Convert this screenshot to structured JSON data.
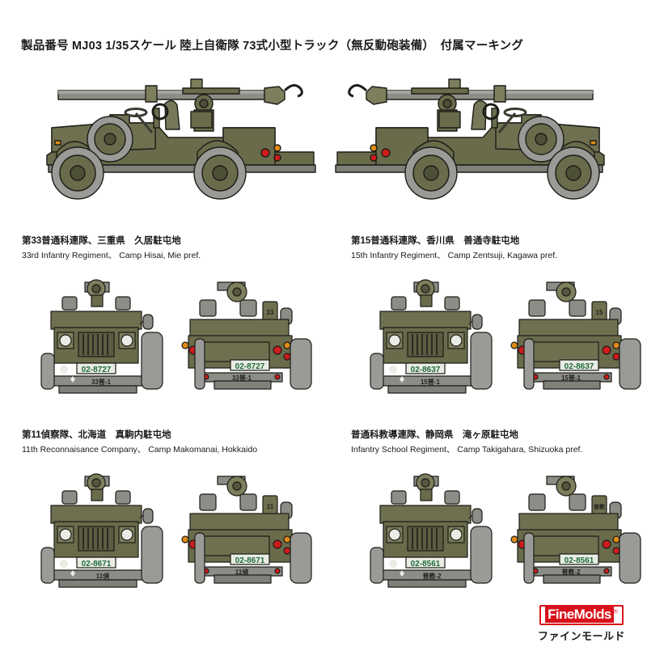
{
  "sheet": {
    "title": "製品番号 MJ03 1/35スケール 陸上自衛隊 73式小型トラック（無反動砲装備）　付属マーキング",
    "product_code": "MJ03",
    "scale": "1/35",
    "background_color": "#ffffff"
  },
  "colors": {
    "body_olive": "#6a6b4b",
    "body_olive_light": "#7d7e5c",
    "body_olive_dark": "#4e4f37",
    "outline": "#1c1c18",
    "tire_gray": "#9a9a97",
    "tire_dark": "#6e6e6b",
    "metal_gray": "#8c8d86",
    "plate_white": "#e9ece4",
    "plate_text_green": "#1f6b3a",
    "lamp_red": "#d01b1b",
    "lamp_amber": "#e08a15",
    "brand_red": "#d8121a"
  },
  "top_illustrations": [
    {
      "name": "type-73-truck-left-side-view",
      "view": "left-side",
      "caption": ""
    },
    {
      "name": "type-73-truck-right-side-view",
      "view": "right-side",
      "caption": ""
    }
  ],
  "markings": [
    {
      "id": "marking-1",
      "jp": "第33普通科連隊、三重県　久居駐屯地",
      "en": "33rd Infantry Regiment、 Camp Hisai, Mie pref.",
      "license_plate": "02-8727",
      "bumper_code": "33普-1",
      "unit_number": "33",
      "views": [
        "front",
        "rear"
      ]
    },
    {
      "id": "marking-2",
      "jp": "第15普通科連隊、香川県　善通寺駐屯地",
      "en": "15th Infantry Regiment、 Camp Zentsuji, Kagawa pref.",
      "license_plate": "02-8637",
      "bumper_code": "15普-1",
      "unit_number": "15",
      "views": [
        "front",
        "rear"
      ]
    },
    {
      "id": "marking-3",
      "jp": "第11偵察隊、北海道　真駒内駐屯地",
      "en": "11th Reconnaisance Company、 Camp Makomanai, Hokkaido",
      "license_plate": "02-8671",
      "bumper_code": "11偵",
      "unit_number": "11",
      "views": [
        "front",
        "rear"
      ]
    },
    {
      "id": "marking-4",
      "jp": "普通科教導連隊、静岡県　滝ヶ原駐屯地",
      "en": "Infantry School Regiment、 Camp Takigahara, Shizuoka pref.",
      "license_plate": "02-8561",
      "bumper_code": "普教-2",
      "unit_number": "普教",
      "views": [
        "front",
        "rear"
      ]
    }
  ],
  "logo": {
    "brand": "FineMolds",
    "registered": "®",
    "kana": "ファインモールド"
  }
}
